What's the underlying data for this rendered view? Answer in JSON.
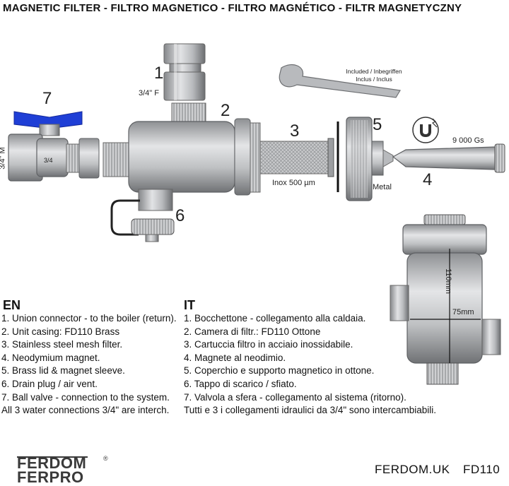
{
  "header": "MAGNETIC FILTER -  FILTRO MAGNETICO -  FILTRO MAGNÉTICO - FILTR MAGNETYCZNY",
  "callouts": {
    "n1": "1",
    "n2": "2",
    "n3": "3",
    "n4": "4",
    "n5": "5",
    "n6": "6",
    "n7": "7",
    "size_f": "3/4\" F",
    "size_m": "3/4\" M",
    "valve_mark": "3/4",
    "included": [
      "Included / Inbegriffen",
      "Inclus / Inclus"
    ],
    "mesh": "Inox 500 µm",
    "metal": "Metal",
    "gauss": "9 000 Gs",
    "height": "110mm",
    "width": "75mm"
  },
  "en": {
    "code": "EN",
    "lines": [
      "1. Union connector -  to the boiler (return).",
      "2. Unit casing: FD110 Brass",
      "3. Stainless steel mesh filter.",
      "4. Neodymium magnet.",
      "5. Brass lid & magnet sleeve.",
      "6. Drain plug / air vent.",
      "7. Ball valve - connection to the system.",
      "All 3 water connections 3/4\" are interch."
    ]
  },
  "it": {
    "code": "IT",
    "lines": [
      "1. Bocchettone - collegamento alla caldaia.",
      "2. Camera di filtr.: FD110 Ottone",
      "3. Cartuccia filtro in acciaio inossidabile.",
      "4. Magnete al neodimio.",
      "5. Coperchio e supporto magnetico in ottone.",
      "6. Tappo di scarico / sfiato.",
      "7. Valvola a sfera - collegamento al sistema (ritorno).",
      "Tutti e 3 i collegamenti idraulici da 3/4\" sono intercambiabili."
    ]
  },
  "brand": {
    "line1": "FERDOM",
    "line2": "FERPRO",
    "registered": "®",
    "site": "FERDOM.UK",
    "model": "FD110"
  },
  "colors": {
    "metal_light": "#d9dadc",
    "metal_mid": "#a9abae",
    "metal_dark": "#6e7073",
    "valve_handle": "#1f3fd6",
    "text": "#111111"
  }
}
